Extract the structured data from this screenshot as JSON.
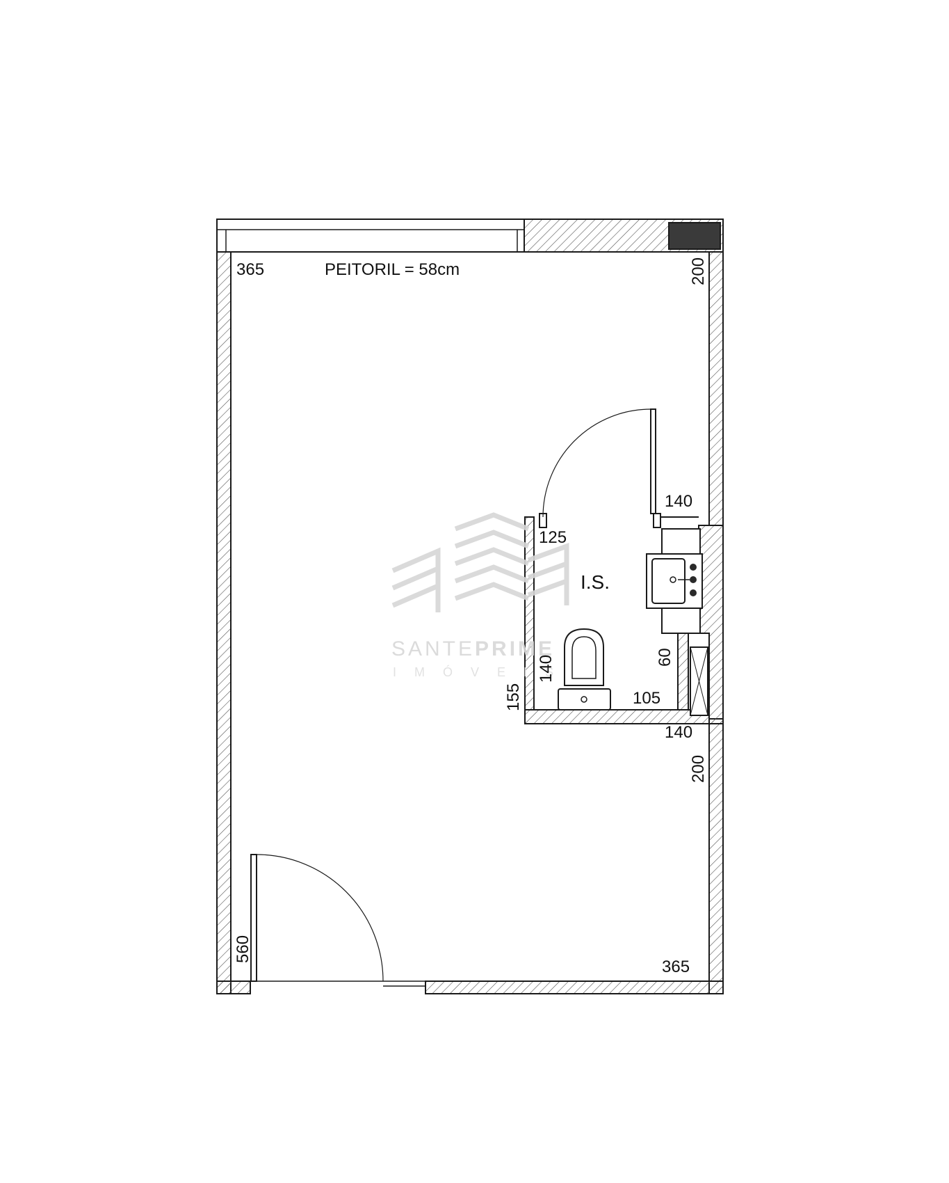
{
  "plan": {
    "peitoril": "PEITORIL = 58cm",
    "room_label": "I.S.",
    "dimensions": {
      "top_width": "365",
      "bottom_width": "365",
      "left_height": "560",
      "right_upper": "200",
      "right_lower": "200",
      "bath_top": "140",
      "bath_bottom": "140",
      "bath_door": "125",
      "bath_wall": "140",
      "bath_outer": "155",
      "bath_floor": "105",
      "shaft": "60"
    },
    "colors": {
      "wall": "#1a1a1a",
      "hatch": "#555555",
      "column": "#3a3a3a"
    }
  },
  "watermark": {
    "brand_light": "SANTE",
    "brand_bold": "PRIME",
    "sub": "IMÓVEIS"
  }
}
